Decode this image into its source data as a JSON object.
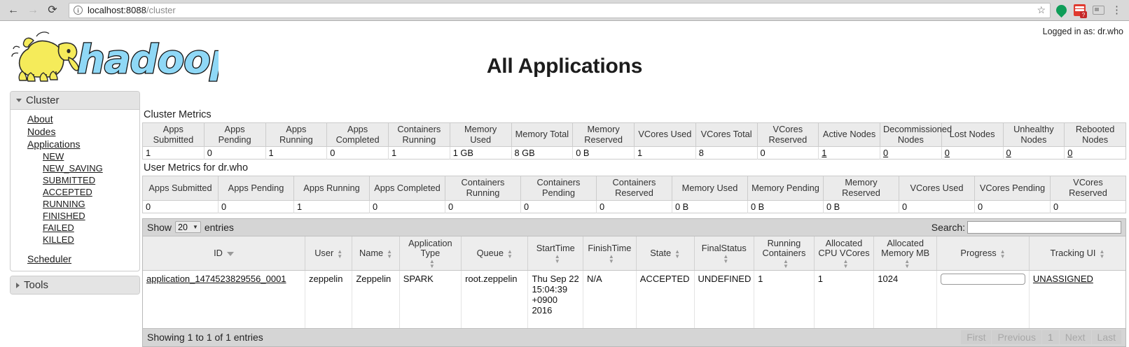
{
  "browser": {
    "back_icon": "back-arrow-icon",
    "forward_icon": "forward-arrow-icon",
    "reload_icon": "reload-icon",
    "url_host": "localhost:8088",
    "url_path": "/cluster",
    "url_full": "localhost:8088/cluster",
    "star_glyph": "☆",
    "menu_glyph": "⋮",
    "ext_badge": "?"
  },
  "header": {
    "logo_text": "hadoop",
    "title": "All Applications",
    "logged_in": "Logged in as: dr.who"
  },
  "sidebar": {
    "cluster": {
      "title": "Cluster",
      "links": [
        {
          "label": "About",
          "sub": false
        },
        {
          "label": "Nodes",
          "sub": false
        },
        {
          "label": "Applications",
          "sub": false
        },
        {
          "label": "NEW",
          "sub": true
        },
        {
          "label": "NEW_SAVING",
          "sub": true
        },
        {
          "label": "SUBMITTED",
          "sub": true
        },
        {
          "label": "ACCEPTED",
          "sub": true
        },
        {
          "label": "RUNNING",
          "sub": true
        },
        {
          "label": "FINISHED",
          "sub": true
        },
        {
          "label": "FAILED",
          "sub": true
        },
        {
          "label": "KILLED",
          "sub": true
        },
        {
          "label": "Scheduler",
          "sub": false,
          "spaced": true
        }
      ]
    },
    "tools": {
      "title": "Tools"
    }
  },
  "cluster_metrics": {
    "label": "Cluster Metrics",
    "headers": [
      "Apps Submitted",
      "Apps Pending",
      "Apps Running",
      "Apps Completed",
      "Containers Running",
      "Memory Used",
      "Memory Total",
      "Memory Reserved",
      "VCores Used",
      "VCores Total",
      "VCores Reserved",
      "Active Nodes",
      "Decommissioned Nodes",
      "Lost Nodes",
      "Unhealthy Nodes",
      "Rebooted Nodes"
    ],
    "values": [
      "1",
      "0",
      "1",
      "0",
      "1",
      "1 GB",
      "8 GB",
      "0 B",
      "1",
      "8",
      "0",
      "1",
      "0",
      "0",
      "0",
      "0"
    ],
    "linked": [
      false,
      false,
      false,
      false,
      false,
      false,
      false,
      false,
      false,
      false,
      false,
      true,
      true,
      true,
      true,
      true
    ]
  },
  "user_metrics": {
    "label": "User Metrics for dr.who",
    "headers": [
      "Apps Submitted",
      "Apps Pending",
      "Apps Running",
      "Apps Completed",
      "Containers Running",
      "Containers Pending",
      "Containers Reserved",
      "Memory Used",
      "Memory Pending",
      "Memory Reserved",
      "VCores Used",
      "VCores Pending",
      "VCores Reserved"
    ],
    "values": [
      "0",
      "0",
      "1",
      "0",
      "0",
      "0",
      "0",
      "0 B",
      "0 B",
      "0 B",
      "0",
      "0",
      "0"
    ]
  },
  "datatable": {
    "show_label": "Show",
    "page_length": "20",
    "entries_label": "entries",
    "search_label": "Search:",
    "search_value": "",
    "search_placeholder": "",
    "columns": [
      {
        "label": "ID",
        "sort": "desc"
      },
      {
        "label": "User",
        "sort": "both"
      },
      {
        "label": "Name",
        "sort": "both"
      },
      {
        "label": "Application Type",
        "sort": "both"
      },
      {
        "label": "Queue",
        "sort": "both"
      },
      {
        "label": "StartTime",
        "sort": "both"
      },
      {
        "label": "FinishTime",
        "sort": "both"
      },
      {
        "label": "State",
        "sort": "both"
      },
      {
        "label": "FinalStatus",
        "sort": "both"
      },
      {
        "label": "Running Containers",
        "sort": "both"
      },
      {
        "label": "Allocated CPU VCores",
        "sort": "both"
      },
      {
        "label": "Allocated Memory MB",
        "sort": "both"
      },
      {
        "label": "Progress",
        "sort": "both"
      },
      {
        "label": "Tracking UI",
        "sort": "both"
      }
    ],
    "rows": [
      {
        "id": "application_1474523829556_0001",
        "user": "zeppelin",
        "name": "Zeppelin",
        "application_type": "SPARK",
        "queue": "root.zeppelin",
        "start_time": "Thu Sep 22 15:04:39 +0900 2016",
        "finish_time": "N/A",
        "state": "ACCEPTED",
        "final_status": "UNDEFINED",
        "running_containers": "1",
        "allocated_cpu_vcores": "1",
        "allocated_memory_mb": "1024",
        "progress": "",
        "tracking_ui": "UNASSIGNED"
      }
    ],
    "info": "Showing 1 to 1 of 1 entries",
    "paginate": {
      "first": "First",
      "previous": "Previous",
      "page": "1",
      "next": "Next",
      "last": "Last"
    }
  }
}
